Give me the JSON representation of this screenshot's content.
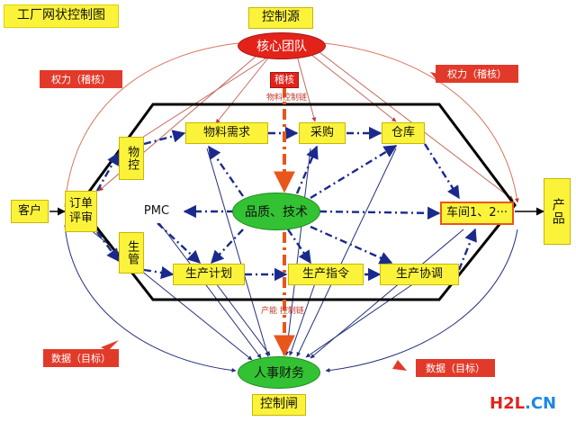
{
  "title": "工厂网状控制图",
  "top_label": "控制源",
  "bottom_label": "控制闸",
  "core": "核心团队",
  "audit": "稽核",
  "material_chain": "物料控制链",
  "capacity_chain": "产能 控制链",
  "center": "品质、技术",
  "hr": "人事财务",
  "customer": "客户",
  "product": "产品",
  "order": "订单评审",
  "pmc": "PMC",
  "material_control": "物控",
  "production_mgmt": "生管",
  "material_demand": "物料需求",
  "purchase": "采购",
  "warehouse": "仓库",
  "workshop": "车间1、2···",
  "production_plan": "生产计划",
  "production_order": "生产指令",
  "production_coord": "生产协调",
  "power_left": "权力（稽核）",
  "power_right": "权力（稽核）",
  "data_left": "数据（目标）",
  "data_right": "数据（目标）",
  "watermark_main": "H2L",
  "watermark_tld": ".CN",
  "colors": {
    "box": "#fbf33a",
    "red": "#e23a2a",
    "green": "#33c233",
    "navy": "#1a2a8c",
    "orange": "#e8561c"
  }
}
